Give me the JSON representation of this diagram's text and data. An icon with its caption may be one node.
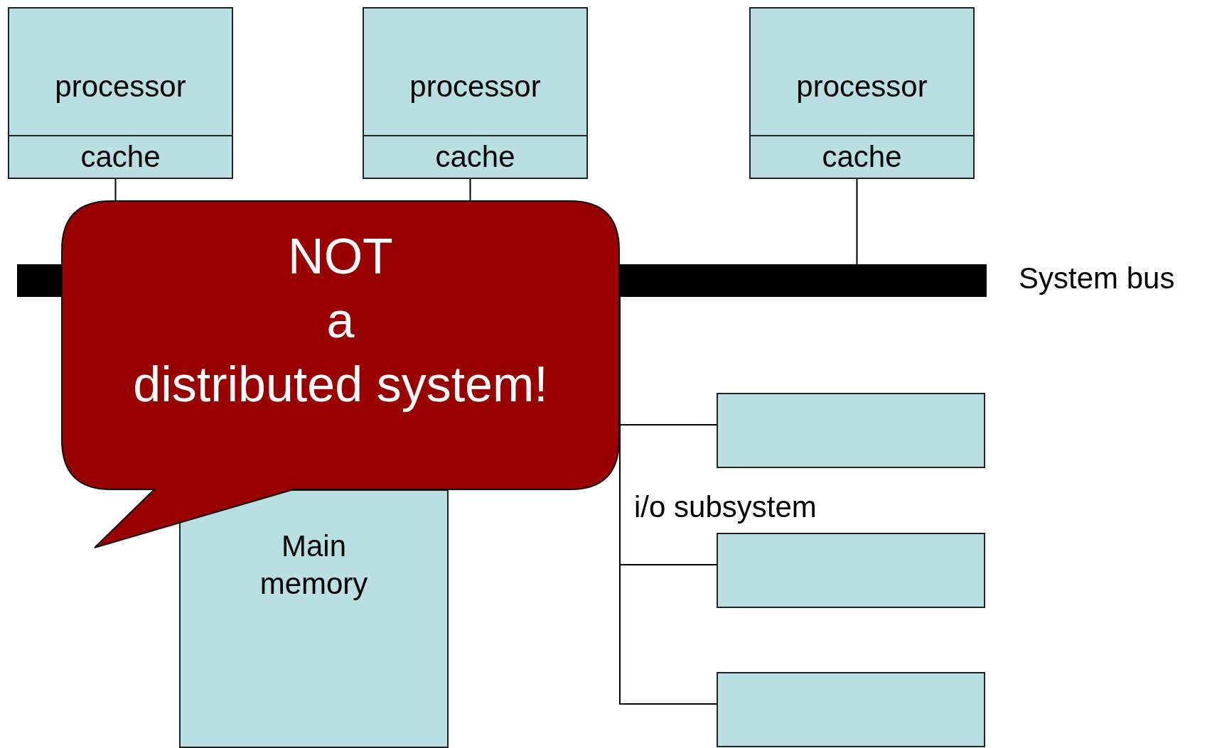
{
  "diagram": {
    "nodes": [
      {
        "text": [
          "processor"
        ]
      },
      {
        "text": [
          "cache"
        ]
      },
      {
        "text": [
          "processor"
        ]
      },
      {
        "text": [
          "cache"
        ]
      },
      {
        "text": [
          "processor"
        ]
      },
      {
        "text": [
          "cache"
        ]
      },
      {
        "text": [],
        "shape": "bar",
        "beside": [
          "System bus"
        ]
      },
      {
        "text": [
          "Main memory"
        ]
      },
      {
        "text": [],
        "shape": "box"
      },
      {
        "text": [],
        "shape": "box"
      },
      {
        "text": [],
        "shape": "box"
      },
      {
        "text": [
          "NOT",
          "a",
          "distributed system!"
        ]
      }
    ],
    "edges": [
      {
        "from": 1,
        "to": 11,
        "arrow": "none"
      },
      {
        "from": 3,
        "to": 11,
        "arrow": "none"
      },
      {
        "from": 5,
        "to": 6,
        "arrow": "none"
      },
      {
        "from": 6,
        "to": 8,
        "arrow": "none"
      },
      {
        "from": 6,
        "to": 9,
        "arrow": "none"
      },
      {
        "from": 6,
        "to": 10,
        "arrow": "none"
      }
    ],
    "labels": [
      "i/o subsystem"
    ]
  }
}
